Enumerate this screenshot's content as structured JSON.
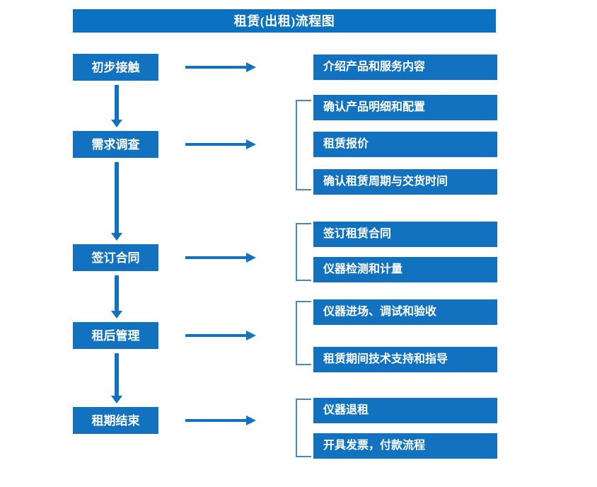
{
  "title": {
    "text": "租赁(出租)流程图"
  },
  "colors": {
    "banner": "#0a72c0",
    "box": "#1272bf",
    "arrow": "#1272bf",
    "bracket": "#4a86b8",
    "text": "#ffffff",
    "background": "#ffffff"
  },
  "stages": [
    {
      "label": "初步接触"
    },
    {
      "label": "需求调查"
    },
    {
      "label": "签订合同"
    },
    {
      "label": "租后管理"
    },
    {
      "label": "租期结束"
    }
  ],
  "tasks": [
    {
      "label": "介绍产品和服务内容"
    },
    {
      "label": "确认产品明细和配置"
    },
    {
      "label": "租赁报价"
    },
    {
      "label": "确认租赁周期与交货时间"
    },
    {
      "label": "签订租赁合同"
    },
    {
      "label": "仪器检测和计量"
    },
    {
      "label": "仪器进场、调试和验收"
    },
    {
      "label": "租赁期间技术支持和指导"
    },
    {
      "label": "仪器退租"
    },
    {
      "label": "开具发票，付款流程"
    }
  ]
}
